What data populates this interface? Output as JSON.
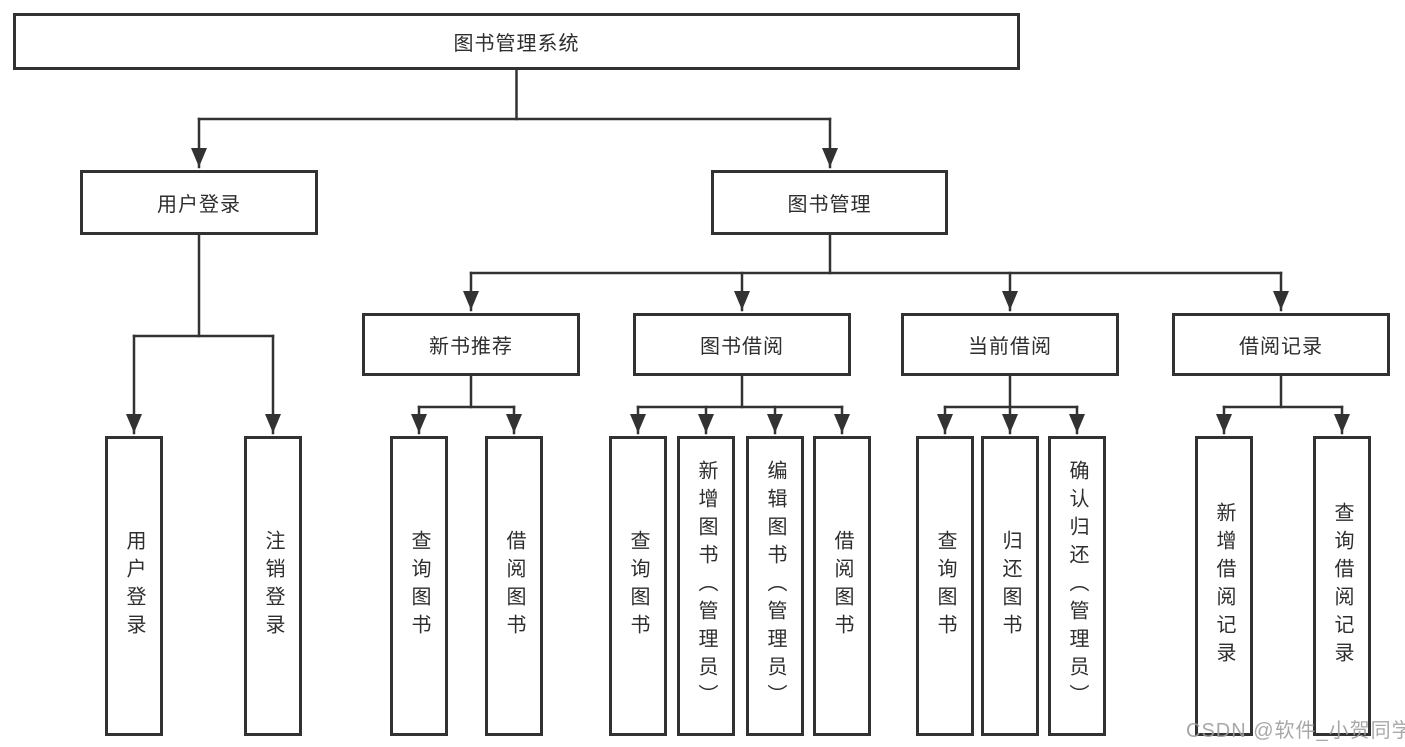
{
  "diagram_title": "图书管理系统",
  "tree": {
    "label": "图书管理系统",
    "children": [
      {
        "label": "用户登录",
        "children": [
          {
            "label": "用户登录"
          },
          {
            "label": "注销登录"
          }
        ]
      },
      {
        "label": "图书管理",
        "children": [
          {
            "label": "新书推荐",
            "children": [
              {
                "label": "查询图书"
              },
              {
                "label": "借阅图书"
              }
            ]
          },
          {
            "label": "图书借阅",
            "children": [
              {
                "label": "查询图书"
              },
              {
                "label": "新增图书（管理员）"
              },
              {
                "label": "编辑图书（管理员）"
              },
              {
                "label": "借阅图书"
              }
            ]
          },
          {
            "label": "当前借阅",
            "children": [
              {
                "label": "查询图书"
              },
              {
                "label": "归还图书"
              },
              {
                "label": "确认归还（管理员）"
              }
            ]
          },
          {
            "label": "借阅记录",
            "children": [
              {
                "label": "新增借阅记录"
              },
              {
                "label": "查询借阅记录"
              }
            ]
          }
        ]
      }
    ]
  },
  "watermark": "CSDN @软件_小贺同学",
  "colors": {
    "line": "#323232",
    "text": "#2e2e2e",
    "background": "#ffffff",
    "watermark": "#9e9e9e"
  }
}
